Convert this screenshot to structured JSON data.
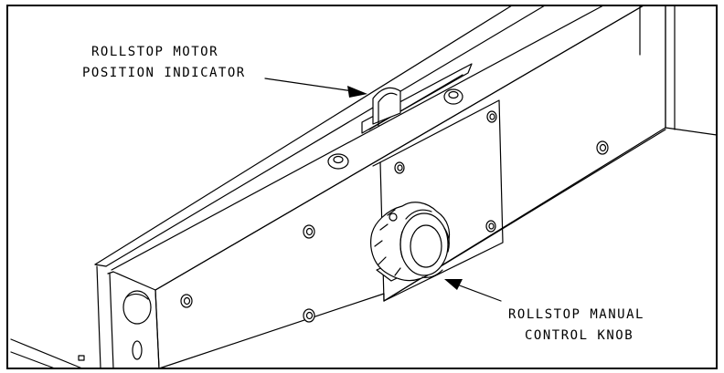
{
  "callouts": {
    "indicator": {
      "line1": "ROLLSTOP MOTOR",
      "line2": "POSITION INDICATOR"
    },
    "knob": {
      "line1": "ROLLSTOP MANUAL",
      "line2": "CONTROL KNOB"
    }
  },
  "colors": {
    "ink": "#000000",
    "paper": "#ffffff"
  }
}
